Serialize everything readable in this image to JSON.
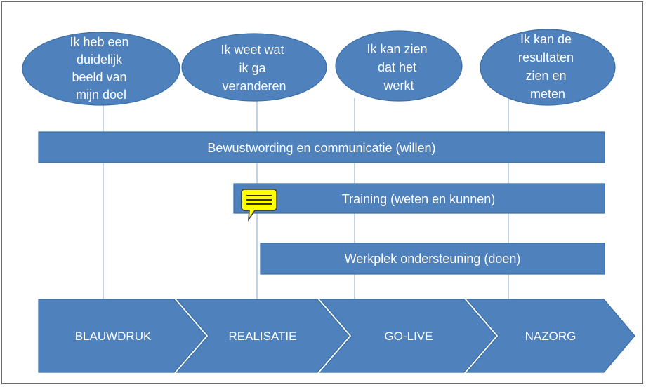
{
  "colors": {
    "shape_fill": "#4f81bd",
    "shape_stroke": "#3a6ea5",
    "connector": "#9db8d9",
    "text": "#ffffff",
    "comment_fill": "#ffff00",
    "comment_stroke": "#333333"
  },
  "goals": [
    {
      "lines": [
        "Ik  heb een",
        "duidelijk",
        "beeld van",
        "mijn doel"
      ]
    },
    {
      "lines": [
        "Ik weet wat",
        "ik ga",
        "veranderen"
      ]
    },
    {
      "lines": [
        "Ik kan zien",
        "dat het",
        "werkt"
      ]
    },
    {
      "lines": [
        "Ik kan de",
        "resultaten",
        "zien en",
        "meten"
      ]
    }
  ],
  "bars": [
    {
      "label": "Bewustwording en communicatie (willen)"
    },
    {
      "label": "Training (weten en kunnen)"
    },
    {
      "label": "Werkplek ondersteuning (doen)"
    }
  ],
  "phases": [
    {
      "label": "BLAUWDRUK"
    },
    {
      "label": "REALISATIE"
    },
    {
      "label": "GO-LIVE"
    },
    {
      "label": "NAZORG"
    }
  ],
  "comment_icon": "speech-bubble-icon"
}
